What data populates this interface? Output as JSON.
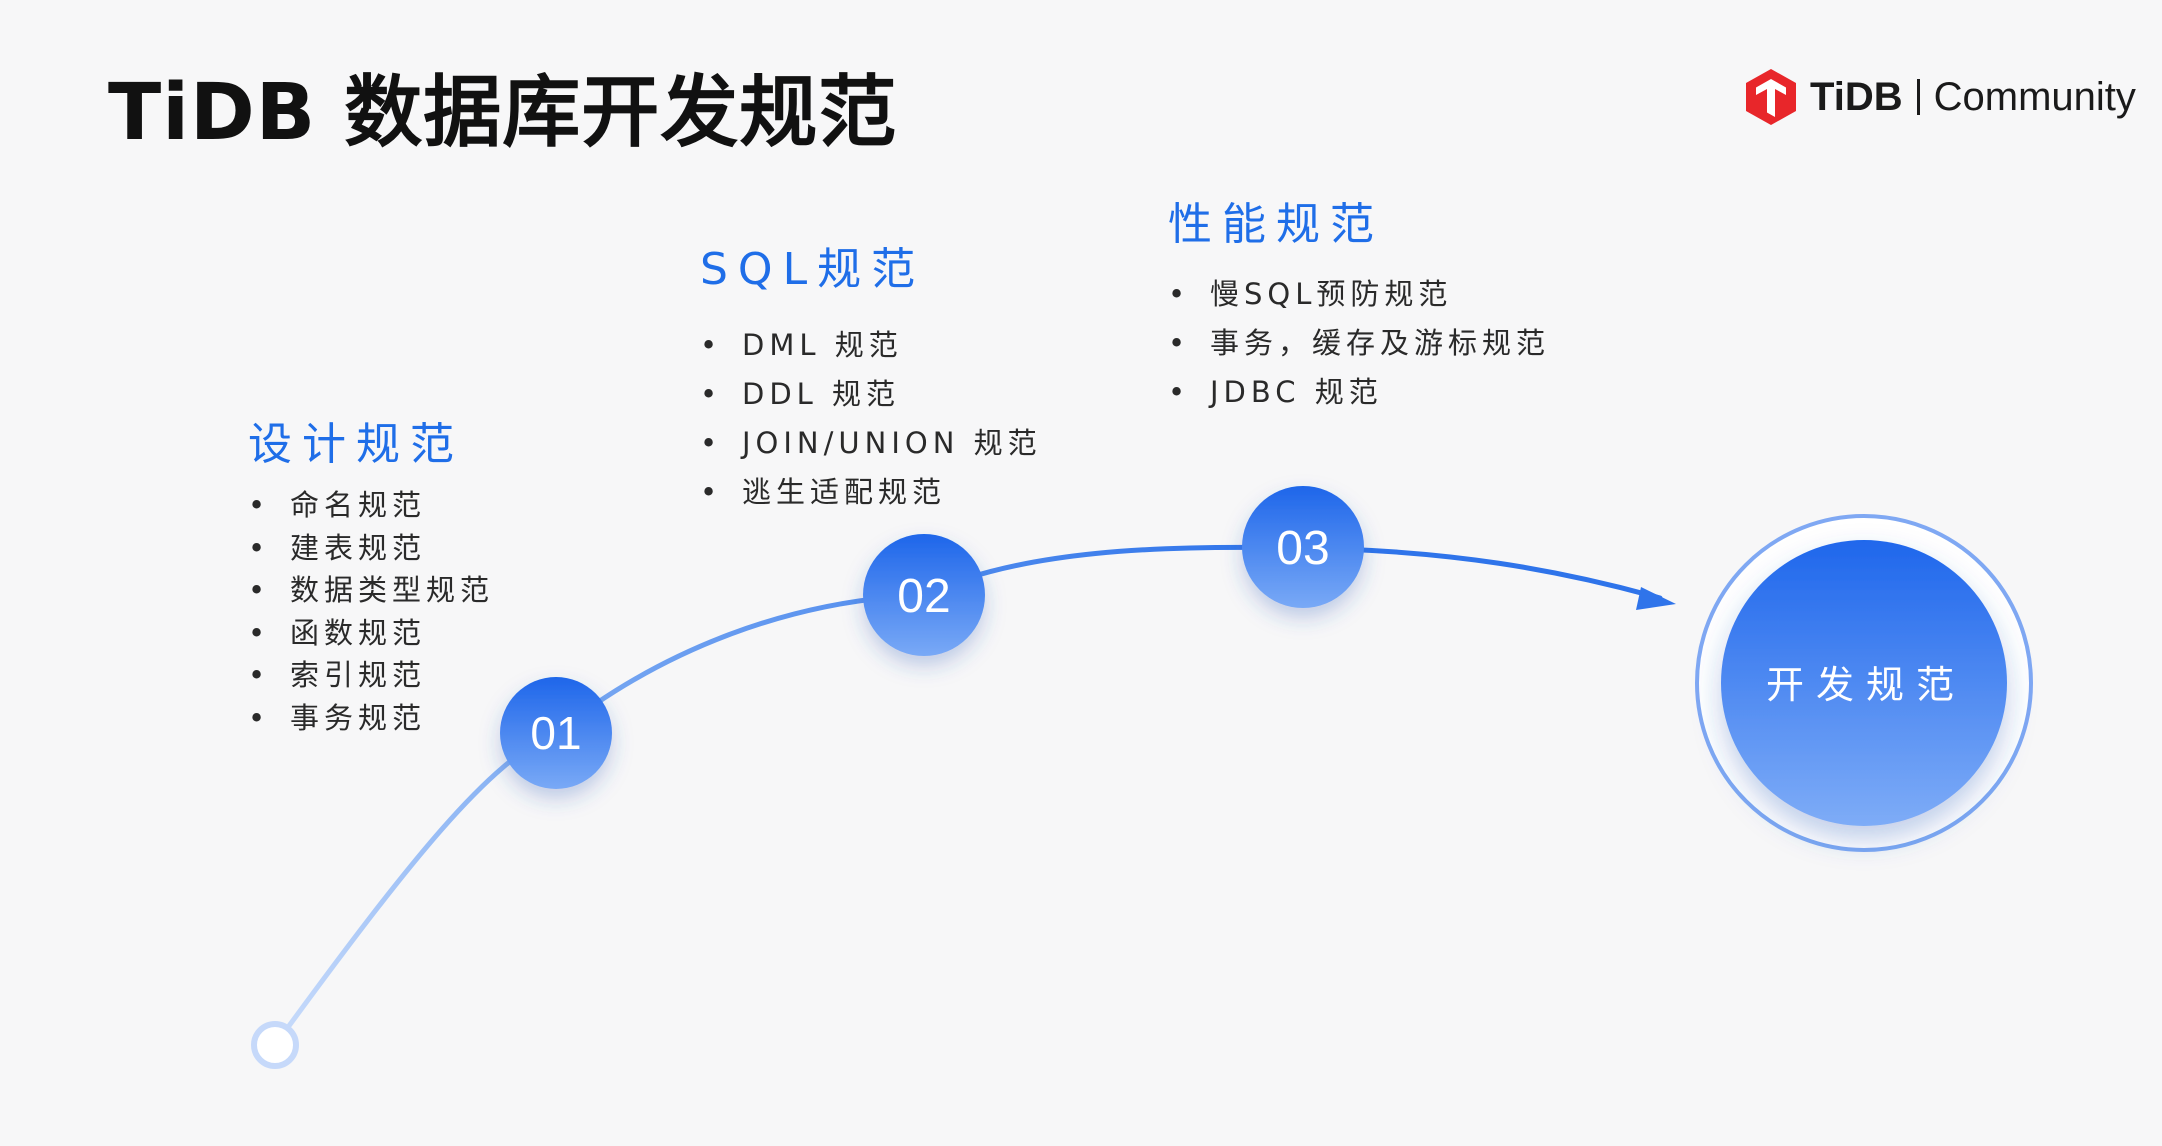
{
  "title": "TiDB 数据库开发规范",
  "logo": {
    "brand": "TiDB",
    "community": "Community",
    "icon": "tidb-cube-logo-icon",
    "color": "#e8262a"
  },
  "accent_color": "#1f6ee8",
  "steps": [
    {
      "number": "01",
      "heading": "设计规范",
      "items": [
        "命名规范",
        "建表规范",
        "数据类型规范",
        "函数规范",
        "索引规范",
        "事务规范"
      ]
    },
    {
      "number": "02",
      "heading": "SQL规范",
      "items": [
        "DML 规范",
        "DDL 规范",
        "JOIN/UNION 规范",
        "逃生适配规范"
      ]
    },
    {
      "number": "03",
      "heading": "性能规范",
      "items": [
        "慢SQL预防规范",
        "事务，缓存及游标规范",
        "JDBC 规范"
      ]
    }
  ],
  "goal": "开发规范"
}
